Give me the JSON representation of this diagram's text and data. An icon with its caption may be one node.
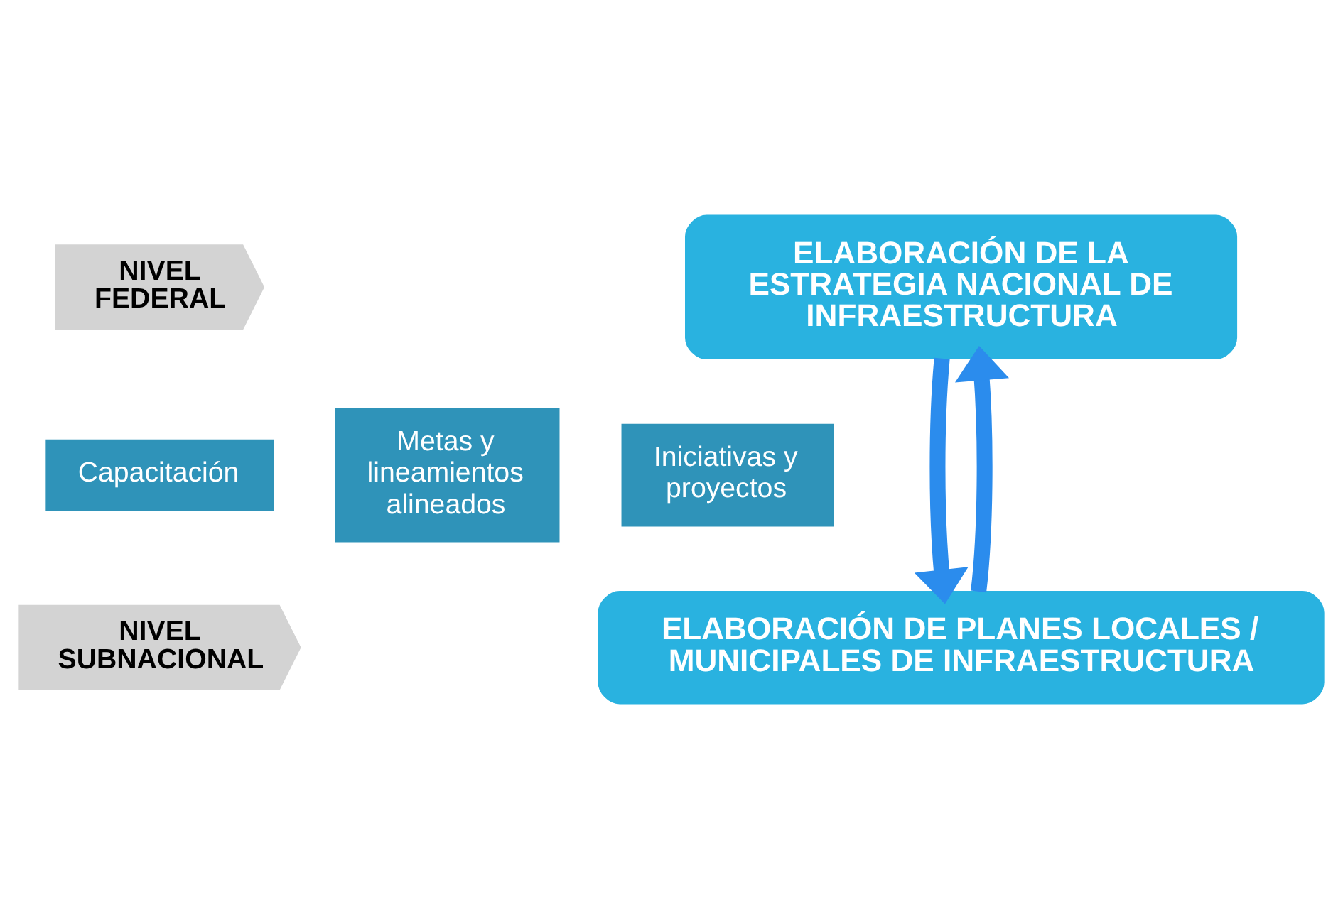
{
  "diagram": {
    "nodes": [
      {
        "text": [
          "NIVEL FEDERAL"
        ]
      },
      {
        "text": [
          "ELABORACIÓN DE LA ESTRATEGIA NACIONAL DE INFRAESTRUCTURA"
        ]
      },
      {
        "text": [
          "Capacitación"
        ]
      },
      {
        "text": [
          "Metas y lineamientos alineados"
        ]
      },
      {
        "text": [
          "Iniciativas y proyectos"
        ]
      },
      {
        "text": [
          "NIVEL SUBNACIONAL"
        ]
      },
      {
        "text": [
          "ELABORACIÓN DE PLANES LOCALES / MUNICIPALES DE INFRAESTRUCTURA"
        ]
      }
    ],
    "edges": [
      {
        "from": 1,
        "to": 6,
        "arrow": "to"
      },
      {
        "from": 6,
        "to": 1,
        "arrow": "to"
      }
    ]
  }
}
